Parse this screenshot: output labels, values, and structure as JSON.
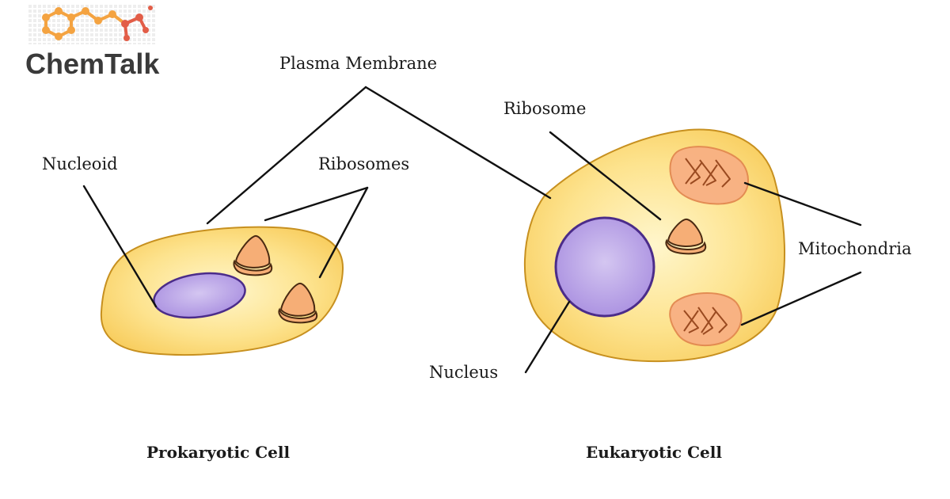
{
  "brand": {
    "name": "ChemTalk",
    "logo_icon": "molecule-icon"
  },
  "labels": {
    "plasma_membrane": "Plasma Membrane",
    "nucleoid": "Nucleoid",
    "ribosomes": "Ribosomes",
    "ribosome": "Ribosome",
    "mitochondria": "Mitochondria",
    "nucleus": "Nucleus"
  },
  "captions": {
    "prokaryotic": "Prokaryotic Cell",
    "eukaryotic": "Eukaryotic Cell"
  },
  "colors": {
    "cytoplasm_center": "#fff6cc",
    "cytoplasm_edge": "#f8cd5e",
    "membrane": "#c7901f",
    "nucleus_fill": "#b7a2e6",
    "nucleus_stroke": "#4b2c8a",
    "ribosome_fill": "#f6ae76",
    "ribosome_stroke": "#4a2a12",
    "mitochondria_fill": "#f8b083",
    "mitochondria_stroke": "#e28850",
    "logo_orange": "#f4a341",
    "logo_red": "#e25d47",
    "logo_grey": "#dddddd"
  }
}
